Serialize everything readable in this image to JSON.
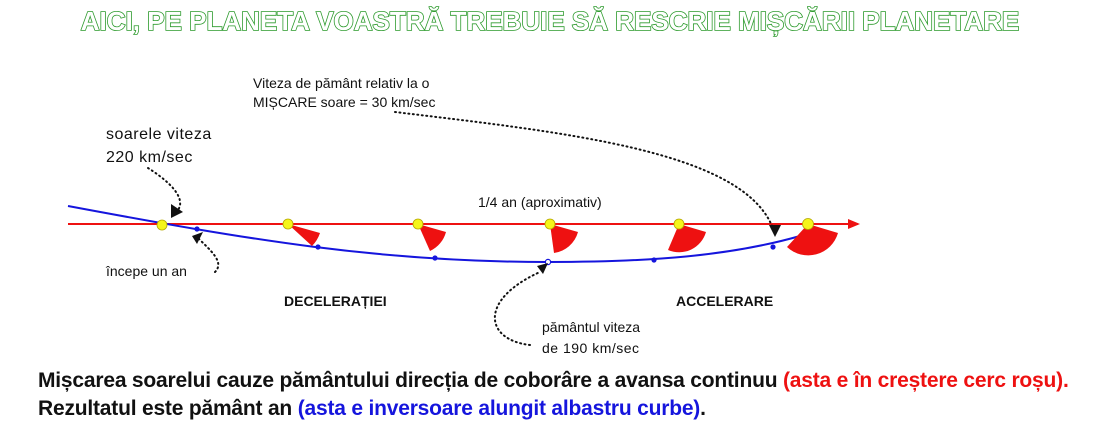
{
  "title": "AICI, PE PLANETA VOASTRĂ TREBUIE SĂ RESCRIE MIȘCĂRII PLANETARE",
  "labels": {
    "earth_speed_relative_line1": "Viteza de pământ relativ la o",
    "earth_speed_relative_line2": "MIȘCARE soare = 30 km/sec",
    "sun_speed_line1": "soarele viteza",
    "sun_speed_line2": "220  km/sec",
    "quarter_year": "1/4 an (aproximativ)",
    "year_start": "începe un an",
    "deceleration": "DECELERAȚIEI",
    "acceleration": "ACCELERARE",
    "earth_speed_line1": "pământul viteza",
    "earth_speed_line2": "de  190  km/sec"
  },
  "caption": {
    "part1": "Mișcarea soarelui cauze pământului direcția de coborâre a avansa continuu ",
    "part2_red": "(asta e în creștere cerc roșu).",
    "part3": " Rezultatul este pământ an ",
    "part4_blue": "(asta e inversoare alungit albastru curbe)",
    "part5": "."
  },
  "colors": {
    "title_outline": "#2c9a2c",
    "sun_path": "#ee1111",
    "earth_path": "#1515dd",
    "sun": "#f5f51a",
    "growing_sector": "#ee1111",
    "caption_text": "#111111"
  }
}
